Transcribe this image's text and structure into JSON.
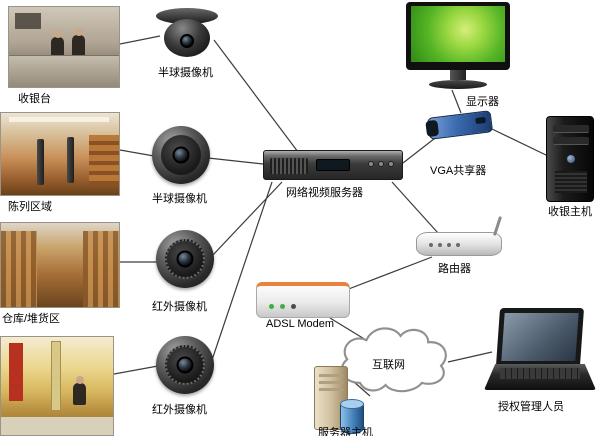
{
  "nodes": {
    "locations": [
      {
        "name": "cashier-area",
        "label": "收银台"
      },
      {
        "name": "display-area",
        "label": "陈列区域"
      },
      {
        "name": "warehouse-area",
        "label": "仓库/堆货区"
      },
      {
        "name": "storefront-area",
        "label": ""
      }
    ],
    "cameras": [
      {
        "name": "dome-camera-1",
        "label": "半球摄像机",
        "type": "dome"
      },
      {
        "name": "dome-camera-2",
        "label": "半球摄像机",
        "type": "dome"
      },
      {
        "name": "ir-camera-1",
        "label": "红外摄像机",
        "type": "infrared"
      },
      {
        "name": "ir-camera-2",
        "label": "红外摄像机",
        "type": "infrared"
      }
    ],
    "nvr": {
      "label": "网络视频服务器"
    },
    "monitor": {
      "label": "显示器"
    },
    "vga_splitter": {
      "label": "VGA共享器"
    },
    "pos_host": {
      "label": "收银主机"
    },
    "router": {
      "label": "路由器"
    },
    "adsl_modem": {
      "label": "ADSL Modem"
    },
    "internet": {
      "label": "互联网"
    },
    "server_host": {
      "label": "服务器主机"
    },
    "admin_laptop": {
      "label": "授权管理人员"
    }
  },
  "edges": [
    {
      "from": "cashier-area",
      "to": "dome-camera-1"
    },
    {
      "from": "display-area",
      "to": "dome-camera-2"
    },
    {
      "from": "warehouse-area",
      "to": "ir-camera-1"
    },
    {
      "from": "storefront-area",
      "to": "ir-camera-2"
    },
    {
      "from": "dome-camera-1",
      "to": "nvr"
    },
    {
      "from": "dome-camera-2",
      "to": "nvr"
    },
    {
      "from": "ir-camera-1",
      "to": "nvr"
    },
    {
      "from": "ir-camera-2",
      "to": "nvr"
    },
    {
      "from": "nvr",
      "to": "vga_splitter"
    },
    {
      "from": "vga_splitter",
      "to": "monitor"
    },
    {
      "from": "vga_splitter",
      "to": "pos_host"
    },
    {
      "from": "nvr",
      "to": "router"
    },
    {
      "from": "router",
      "to": "adsl_modem"
    },
    {
      "from": "adsl_modem",
      "to": "internet"
    },
    {
      "from": "internet",
      "to": "server_host"
    },
    {
      "from": "internet",
      "to": "admin_laptop"
    }
  ],
  "colors": {
    "monitor_screen": "#55b425",
    "vga_device": "#3a6ab0",
    "modem_accent": "#e8823c",
    "connector": "#3c3c3c"
  }
}
